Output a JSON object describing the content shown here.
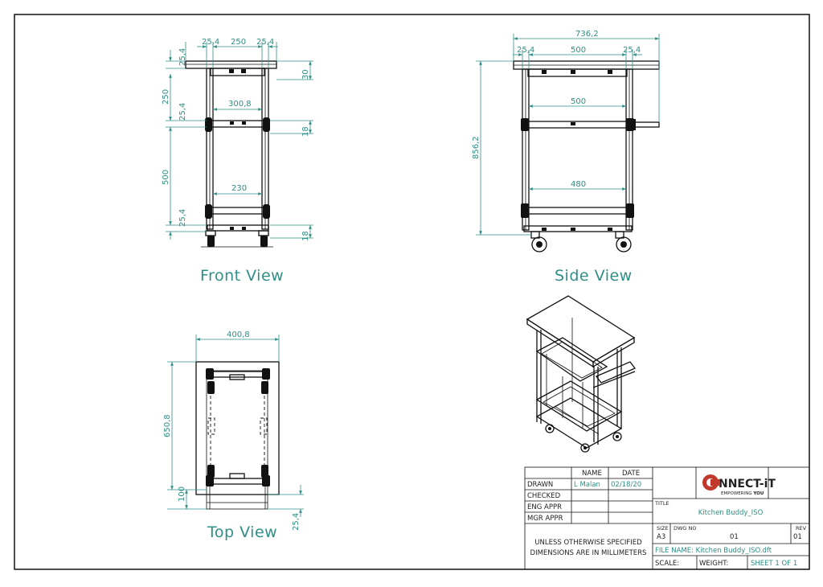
{
  "views": {
    "front": {
      "label": "Front View",
      "dims": {
        "w_side_l": "25,4",
        "w_mid": "250",
        "w_side_r": "25,4",
        "w_shelf1": "300,8",
        "w_shelf2": "230",
        "h_top": "25,4",
        "h_250": "250",
        "h_254b": "25,4",
        "h_500": "500",
        "h_254c": "25,4",
        "h_30": "30",
        "h_18a": "18",
        "h_18b": "18"
      }
    },
    "side": {
      "label": "Side View",
      "dims": {
        "overall": "736,2",
        "side_l": "25,4",
        "mid": "500",
        "side_r": "25,4",
        "shelf1": "500",
        "shelf2": "480",
        "height": "856,2"
      }
    },
    "top": {
      "label": "Top View",
      "dims": {
        "width": "400,8",
        "depth": "650,8",
        "offset": "100",
        "edge": "25,4"
      }
    }
  },
  "title_block": {
    "col_name": "NAME",
    "col_date": "DATE",
    "rows": [
      {
        "label": "DRAWN",
        "name": "L Malan",
        "date": "02/18/20"
      },
      {
        "label": "CHECKED",
        "name": "",
        "date": ""
      },
      {
        "label": "ENG APPR",
        "name": "",
        "date": ""
      },
      {
        "label": "MGR APPR",
        "name": "",
        "date": ""
      }
    ],
    "note_line1": "UNLESS OTHERWISE SPECIFIED",
    "note_line2": "DIMENSIONS ARE IN MILLIMETERS",
    "logo_main": "NNECT-iT",
    "logo_sub_a": "EMPOWERING ",
    "logo_sub_b": "YOU",
    "title_label": "TITLE",
    "title": "Kitchen Buddy_ISO",
    "size_label": "SIZE",
    "size": "A3",
    "dwg_label": "DWG NO",
    "dwg_no": "01",
    "rev_label": "REV",
    "rev": "01",
    "file_name": "FILE NAME: Kitchen Buddy_ISO.dft",
    "scale": "SCALE:",
    "weight": "WEIGHT:",
    "sheet": "SHEET 1 OF 1"
  },
  "colors": {
    "dimension": "#2f8f86",
    "outline": "#111111",
    "logo_red": "#c0392b"
  }
}
